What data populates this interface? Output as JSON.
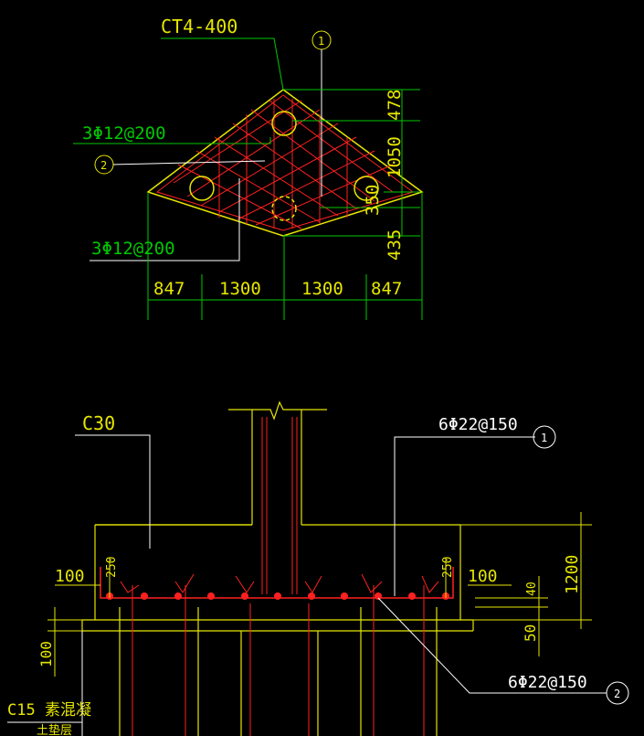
{
  "colors": {
    "background": "#000000",
    "structure_yellow": "#e6e600",
    "dimension_green": "#00c800",
    "rebar_red": "#ff2020",
    "label_white": "#ffffff"
  },
  "plan": {
    "title": "CT4-400",
    "callout_1": "1",
    "callout_2": "2",
    "rebar_top": "3Φ12@200",
    "rebar_bottom": "3Φ12@200",
    "dims_bottom": [
      "847",
      "1300",
      "1300",
      "847"
    ],
    "dims_right": [
      "478",
      "1050",
      "350",
      "435"
    ]
  },
  "section": {
    "concrete": "C30",
    "rebar_top": "6Φ22@150",
    "rebar_bottom": "6Φ22@150",
    "callout_1": "1",
    "callout_2": "2",
    "dim_left_cover": "100",
    "dim_right_cover": "100",
    "dim_left_hook": "250",
    "dim_right_hook": "250",
    "dim_height": "1200",
    "dim_40": "40",
    "dim_50": "50",
    "dim_bottom_100": "100",
    "plain_concrete": "C15 素混凝",
    "plain_concrete_2": "土垫层"
  }
}
